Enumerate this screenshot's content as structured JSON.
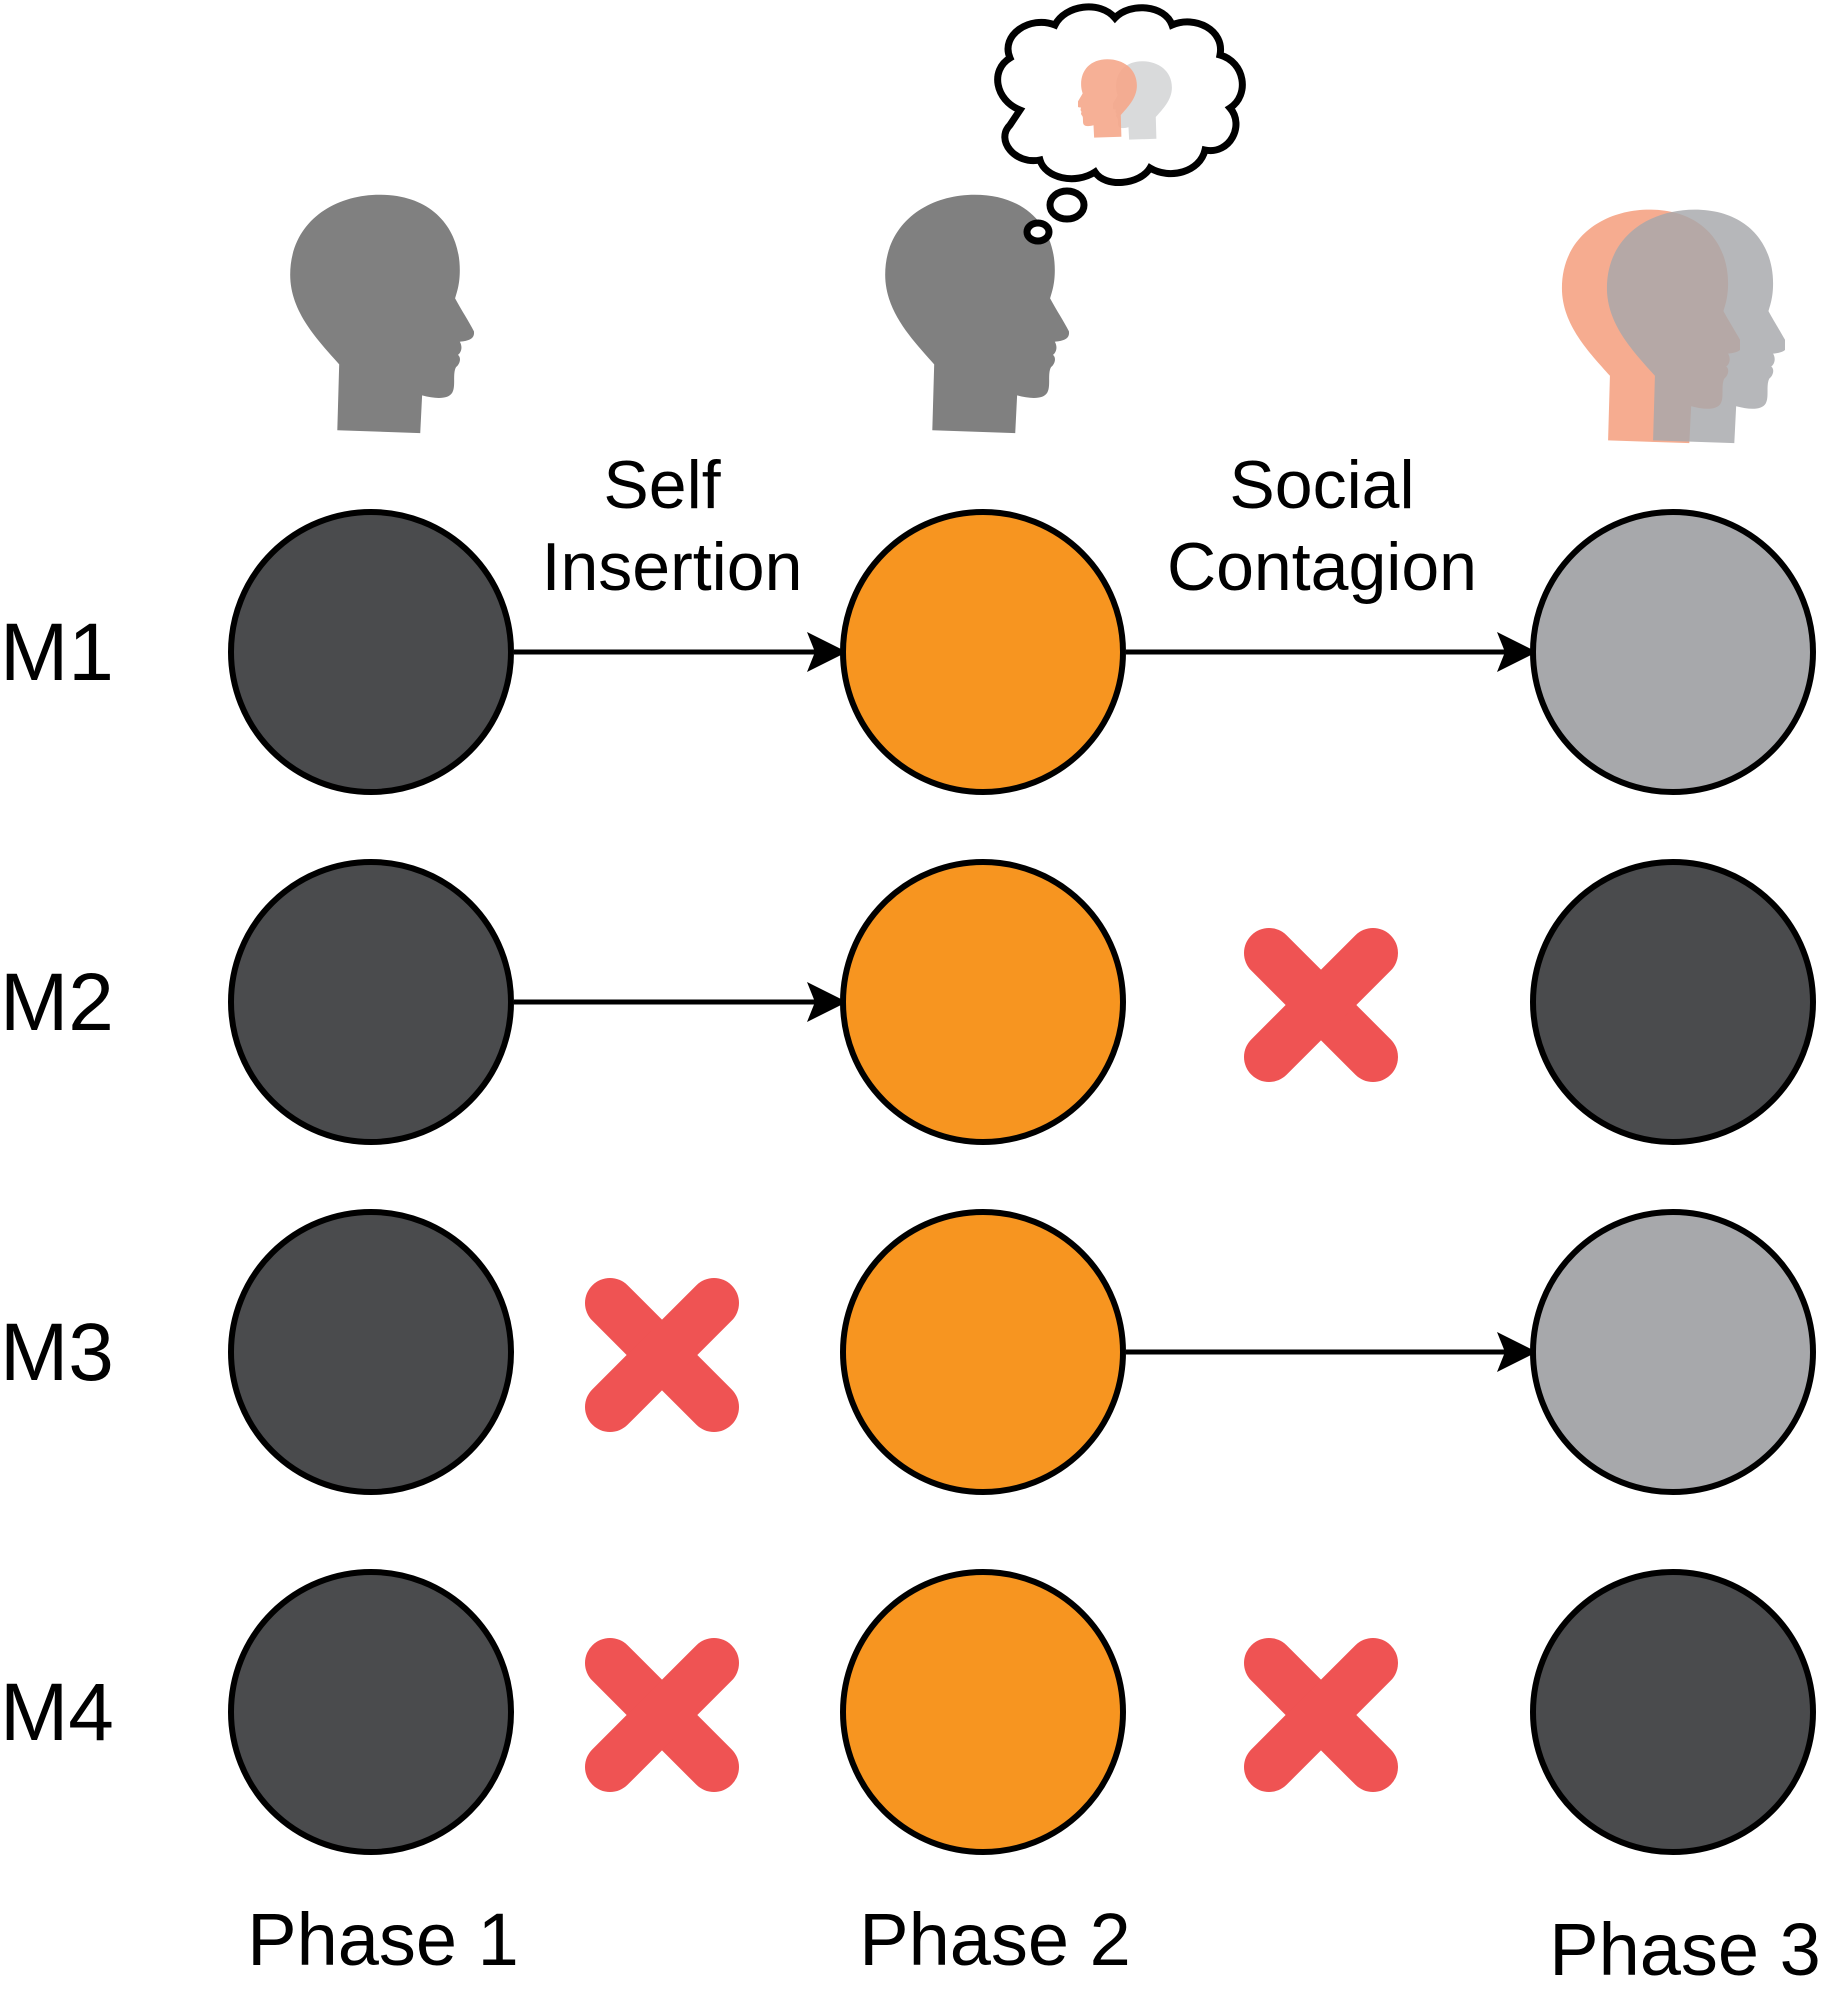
{
  "colors": {
    "phase1": "#4a4b4d",
    "phase2": "#f79520",
    "phase3_contagion": "#a7a8ab",
    "stroke": "#000000",
    "cross": "#ef5353",
    "head_grey": "#808080",
    "head_orange": "#f6a88b",
    "head_light_grey": "#a7a8ab"
  },
  "transitions": {
    "self_insertion": [
      "Self",
      "Insertion"
    ],
    "social_contagion": [
      "Social",
      "Contagion"
    ]
  },
  "phases": [
    {
      "label": "Phase 1",
      "icon": "single-head-icon"
    },
    {
      "label": "Phase 2",
      "icon": "thinking-head-icon"
    },
    {
      "label": "Phase 3",
      "icon": "merged-heads-icon"
    }
  ],
  "models": [
    {
      "label": "M1",
      "states": [
        "phase1",
        "phase2",
        "phase3_contagion"
      ],
      "links": [
        "arrow",
        "arrow"
      ]
    },
    {
      "label": "M2",
      "states": [
        "phase1",
        "phase2",
        "phase1"
      ],
      "links": [
        "arrow",
        "cross"
      ]
    },
    {
      "label": "M3",
      "states": [
        "phase1",
        "phase2",
        "phase3_contagion"
      ],
      "links": [
        "cross",
        "arrow"
      ]
    },
    {
      "label": "M4",
      "states": [
        "phase1",
        "phase2",
        "phase1"
      ],
      "links": [
        "cross",
        "cross"
      ]
    }
  ]
}
